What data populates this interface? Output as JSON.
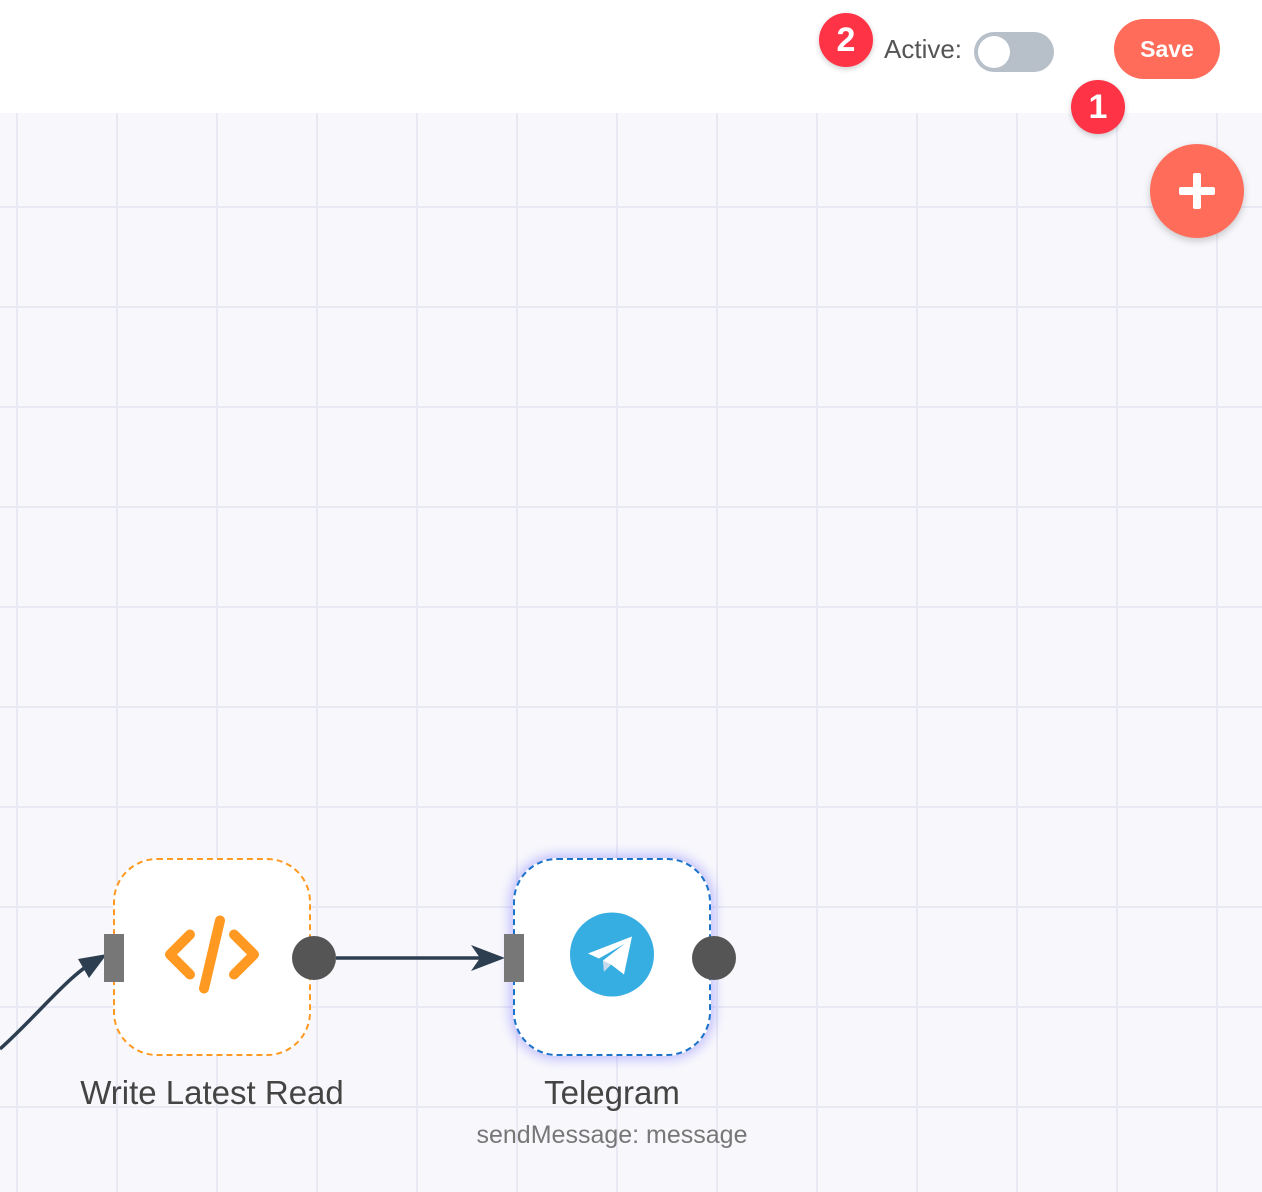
{
  "header": {
    "active_label": "Active:",
    "active_toggle": {
      "on": false
    },
    "save_label": "Save"
  },
  "badges": {
    "first": "1",
    "second": "2"
  },
  "canvas": {
    "add_node_icon": "plus-icon",
    "nodes": [
      {
        "title": "Write Latest Read",
        "subtitle": "",
        "icon": "code-icon",
        "color": "#ff9922"
      },
      {
        "title": "Telegram",
        "subtitle": "sendMessage: message",
        "icon": "telegram-icon",
        "color": "#37aee2"
      }
    ]
  },
  "colors": {
    "accent": "#ff6d5a",
    "badge": "#ff3346",
    "toggle_off": "#b7bfc9",
    "connection": "#2c3e50",
    "grid": "#e9e9f4"
  }
}
